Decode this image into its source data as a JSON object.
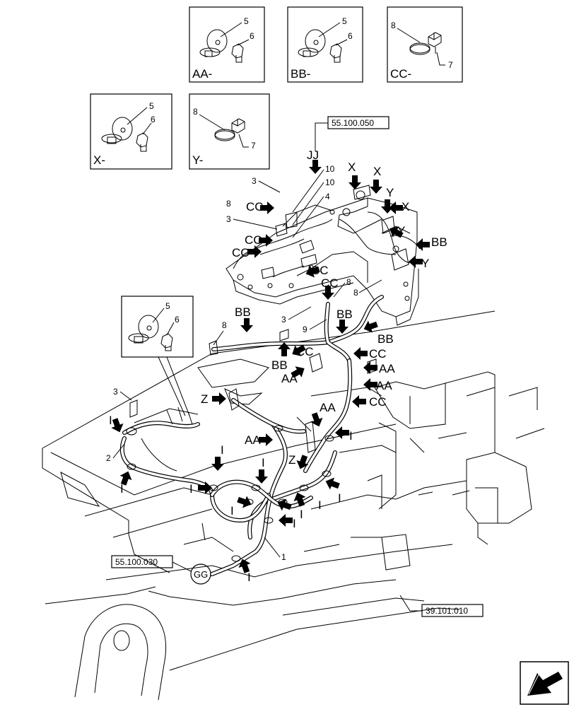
{
  "detail_views": [
    {
      "id": "AA",
      "label": "AA-",
      "parts": [
        "5",
        "6"
      ]
    },
    {
      "id": "BB",
      "label": "BB-",
      "parts": [
        "5",
        "6"
      ]
    },
    {
      "id": "CC",
      "label": "CC-",
      "parts": [
        "8",
        "7"
      ]
    },
    {
      "id": "X",
      "label": "X-",
      "parts": [
        "5",
        "6"
      ]
    },
    {
      "id": "Y",
      "label": "Y-",
      "parts": [
        "8",
        "7"
      ]
    },
    {
      "id": "inset",
      "label": "",
      "parts": [
        "5",
        "6"
      ]
    }
  ],
  "references": {
    "top": "55.100.050",
    "left": "55.100.030",
    "bottom": "39.101.010"
  },
  "connectors": {
    "jj": "JJ",
    "gg": "GG"
  },
  "part_numbers": {
    "p1": "1",
    "p2": "2",
    "p3a": "3",
    "p3b": "3",
    "p3c": "3",
    "p3d": "3",
    "p4": "4",
    "p8a": "8",
    "p8b": "8",
    "p8c": "8",
    "p8d": "8",
    "p9": "9",
    "p10a": "10",
    "p10b": "10"
  },
  "callouts": {
    "cc1": "CC",
    "cc2": "CC",
    "cc3": "CC",
    "cc4": "CC",
    "cc5": "CC",
    "cc6": "CC",
    "cc7": "CC",
    "cc8": "CC",
    "bb1": "BB",
    "bb2": "BB",
    "bb3": "BB",
    "bb4": "BB",
    "bb5": "BB",
    "aa1": "AA",
    "aa2": "AA",
    "aa3": "AA",
    "aa4": "AA",
    "aa5": "AA",
    "x1": "X",
    "x2": "X",
    "x3": "X",
    "y1": "Y",
    "y2": "Y",
    "y3": "Y",
    "z1": "Z",
    "z2": "Z",
    "i1": "I",
    "i2": "I",
    "i3": "I",
    "i4": "I",
    "i5": "I",
    "i6": "I",
    "i7": "I",
    "i8": "I",
    "i9": "I",
    "i10": "I",
    "i11": "I",
    "i12": "I"
  }
}
